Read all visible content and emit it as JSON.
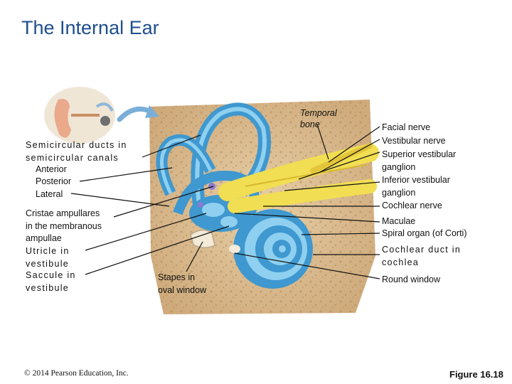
{
  "title": "The Internal Ear",
  "labels": {
    "temporal_bone": [
      "Temporal",
      "bone"
    ],
    "semicircular": [
      "Semicircular ducts in",
      "semicircular canals"
    ],
    "anterior": "Anterior",
    "posterior": "Posterior",
    "lateral": "Lateral",
    "cristae": [
      "Cristae ampullares",
      "in the membranous",
      "ampullae"
    ],
    "utricle": [
      "Utricle in",
      "vestibule"
    ],
    "saccule": [
      "Saccule in",
      "vestibule"
    ],
    "stapes": [
      "Stapes in",
      "oval window"
    ],
    "facial_nerve": "Facial nerve",
    "vestibular_nerve": "Vestibular nerve",
    "superior_ganglion": [
      "Superior vestibular",
      "ganglion"
    ],
    "inferior_ganglion": [
      "Inferior vestibular",
      "ganglion"
    ],
    "cochlear_nerve": "Cochlear nerve",
    "maculae": "Maculae",
    "spiral_organ": "Spiral organ (of Corti)",
    "cochlear_duct": [
      "Cochlear duct in",
      "cochlea"
    ],
    "round_window": "Round window"
  },
  "footer": {
    "copyright": "© 2014 Pearson Education, Inc.",
    "figure": "Figure 16.18"
  },
  "colors": {
    "title": "#1f4e8c",
    "bone": "#d9b98f",
    "canal": "#3f98cf",
    "duct": "#8fd0f0",
    "nerve": "#f1de52"
  }
}
